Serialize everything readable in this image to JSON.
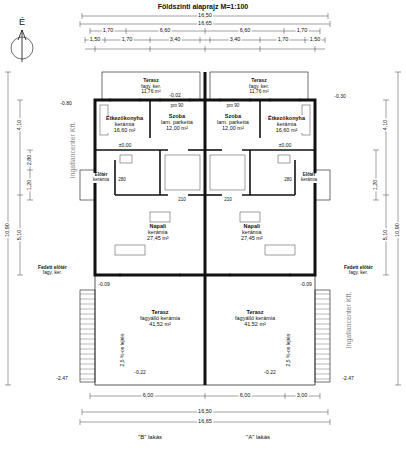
{
  "diagram": {
    "title": "Földszinti alaprajz M=1:100",
    "nodes": [
      {
        "text": [
          "Terasz",
          "fagy. ker.",
          "11,76 m²"
        ]
      },
      {
        "text": [
          "Terasz",
          "fagy. ker.",
          "11,76 m²"
        ]
      },
      {
        "text": [
          "Étkezőkonyha",
          "kerámia",
          "16,60 m²"
        ]
      },
      {
        "text": [
          "Szoba",
          "lam. parketta",
          "12,00 m²"
        ]
      },
      {
        "text": [
          "Szoba",
          "lam. parketta",
          "12,00 m²"
        ]
      },
      {
        "text": [
          "Étkezőkonyha",
          "kerámia",
          "16,60 m²"
        ]
      },
      {
        "text": [
          "Előtér",
          "kerámia"
        ]
      },
      {
        "text": [
          "Előtér",
          "kerámia"
        ]
      },
      {
        "text": [
          "Napali",
          "kerámia",
          "27,45 m²"
        ]
      },
      {
        "text": [
          "Napali",
          "kerámia",
          "27,45 m²"
        ]
      },
      {
        "text": [
          "Fedett előtér",
          "fagy. ker."
        ]
      },
      {
        "text": [
          "Fedett előtér",
          "fagy. ker."
        ]
      },
      {
        "text": [
          "Terasz",
          "fagyálló kerámia",
          "41,52 m²"
        ]
      },
      {
        "text": [
          "Terasz",
          "fagyálló kerámia",
          "41,52 m²"
        ]
      }
    ],
    "labels": [
      "É",
      "16,50",
      "16,65",
      "1,70",
      "6,60",
      "6,60",
      "1,70",
      "1,50",
      "1,70",
      "3,40",
      "3,40",
      "1,70",
      "1,50",
      "6,00",
      "6,00",
      "3,00",
      "16,50",
      "16,65",
      "\"B\" lakás",
      "\"A\" lakás",
      "10,90",
      "4,10",
      "5,10",
      "1,20",
      "2,80",
      "10,90",
      "4,10",
      "5,10",
      "1,20",
      "-0.02",
      "-0.30",
      "-0.80",
      "±0.00",
      "±0.00",
      "-0.09",
      "-0.09",
      "-0.22",
      "-0.22",
      "-2.47",
      "-2.47",
      "2,5 %-os lejtés",
      "2,5 %-os lejtés",
      "pm 90",
      "pm 90",
      "210",
      "210",
      "280",
      "280",
      "Ingatlancenter Kft.",
      "Ingatlancenter Kft."
    ]
  }
}
